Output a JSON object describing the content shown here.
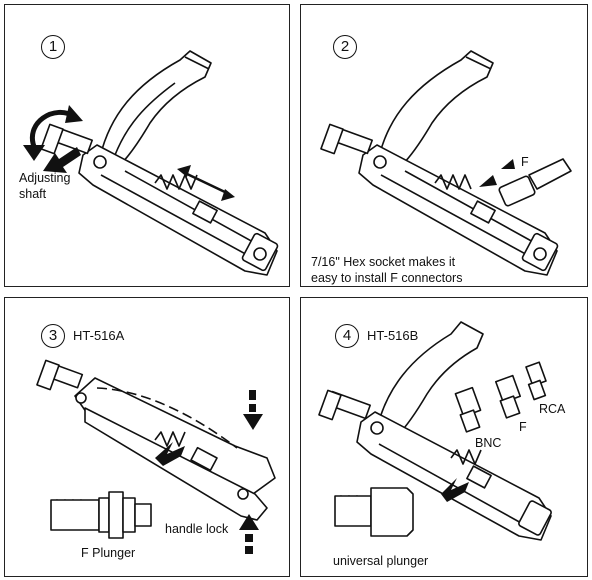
{
  "panels": [
    {
      "number": "1",
      "labels": {
        "adjust_line1": "Adjusting",
        "adjust_line2": "shaft"
      }
    },
    {
      "number": "2",
      "labels": {
        "f": "F",
        "hex_line1": "7/16\" Hex socket makes it",
        "hex_line2": "easy to install F connectors"
      }
    },
    {
      "number": "3",
      "model": "HT-516A",
      "labels": {
        "handle_lock": "handle lock",
        "f_plunger": "F Plunger"
      }
    },
    {
      "number": "4",
      "model": "HT-516B",
      "labels": {
        "bnc": "BNC",
        "f": "F",
        "rca": "RCA",
        "universal_plunger": "universal plunger"
      }
    }
  ]
}
